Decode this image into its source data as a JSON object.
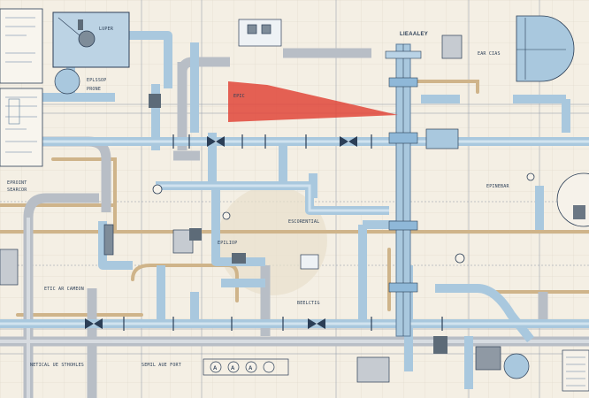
{
  "labels": {
    "top_center": "LIEAALEY",
    "top_left_panel": "LUPER",
    "right_top": "EAR CIAS",
    "upper_left_a": "EPLSSOP",
    "upper_left_b": "PRONE",
    "red_zone": "EPIC",
    "mid_left": "EPILIOP",
    "mid_center": "ESCORENTIAL",
    "mid_right": "EPINEBAR",
    "left_block_a": "EPROINT",
    "left_block_b": "SEARCOR",
    "lower_left_note": "ETIC AR CAMEON",
    "lower_center_note": "BEELCTIG",
    "bottom_left_note": "NETICAL UE STHOHLES",
    "bottom_center_note": "SEMIL AUE FORT"
  },
  "symbol_row": [
    "A",
    "A",
    "A"
  ],
  "colors": {
    "paper": "#f4efe4",
    "pipe_blue": "#a9c8de",
    "pipe_grey": "#c6cbd1",
    "pipe_tan": "#cfb48a",
    "ink": "#2b3e56",
    "highlight_red": "#e0473a",
    "panel_blue": "#8fb8d8"
  }
}
